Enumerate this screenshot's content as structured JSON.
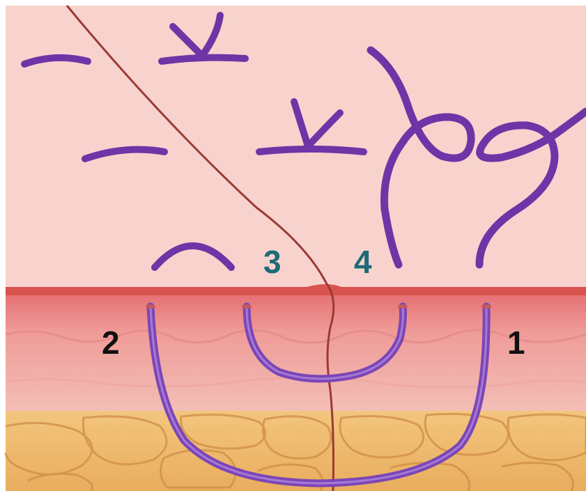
{
  "diagram": {
    "labels": {
      "step1": "1",
      "step2": "2",
      "step3": "3",
      "step4": "4"
    },
    "colors": {
      "epidermis_surface": "#f8d2cd",
      "dermis_top": "#e87a7c",
      "dermis_lower": "#f0b6b0",
      "fat": "#f2bf74",
      "fat_outline": "#cf8d45",
      "incision": "#9a3a34",
      "suture": "#7a3fb0",
      "suture_deep": "#a271d1",
      "label_dark": "#111111",
      "label_teal": "#1c6c77"
    },
    "icons": {
      "stitches": "completed-simple-stitches",
      "loop": "loose-suture-knot"
    }
  }
}
